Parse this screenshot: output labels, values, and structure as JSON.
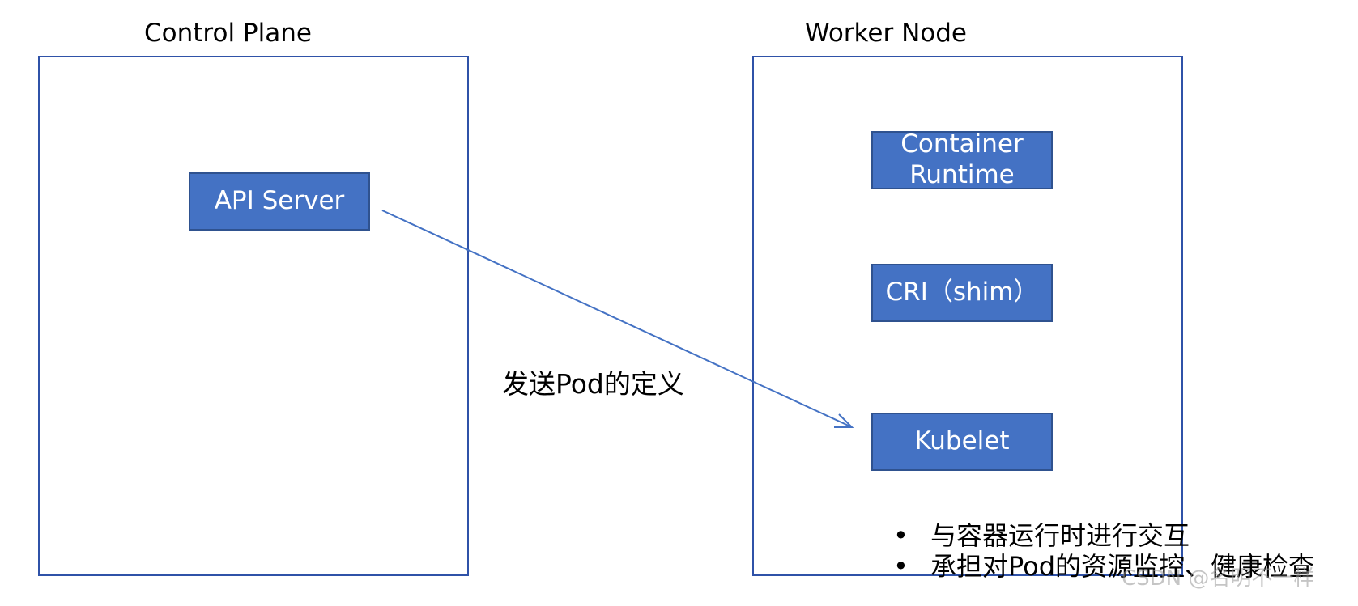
{
  "control_plane": {
    "title": "Control Plane",
    "components": {
      "api_server": "API Server"
    }
  },
  "worker_node": {
    "title": "Worker Node",
    "components": {
      "container_runtime_line1": "Container",
      "container_runtime_line2": "Runtime",
      "cri": "CRI（shim）",
      "kubelet": "Kubelet"
    },
    "kubelet_notes": [
      "与容器运行时进行交互",
      "承担对Pod的资源监控、健康检查"
    ]
  },
  "arrow_label": "发送Pod的定义",
  "watermark": "CSDN @名明不一样",
  "colors": {
    "frame_border": "#2f52a8",
    "component_fill": "#4472c4",
    "arrow": "#4472c4"
  }
}
